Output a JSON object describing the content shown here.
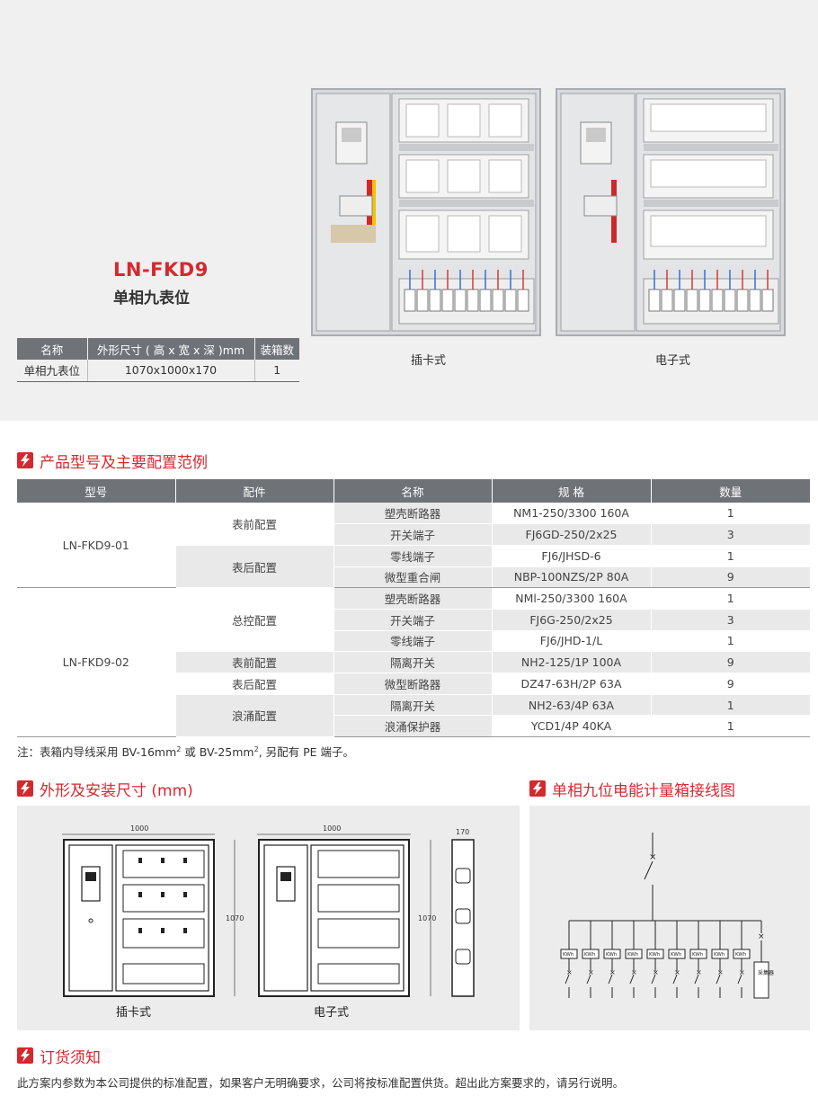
{
  "hero": {
    "model": "LN-FKD9",
    "name": "单相九表位",
    "spec_table": {
      "headers": [
        "名称",
        "外形尺寸 ( 高 x 宽 x 深 )mm",
        "装箱数"
      ],
      "row": [
        "单相九表位",
        "1070x1000x170",
        "1"
      ]
    },
    "captions": [
      "插卡式",
      "电子式"
    ]
  },
  "section1": {
    "title": "产品型号及主要配置范例"
  },
  "config_table": {
    "headers": [
      "型号",
      "配件",
      "名称",
      "规 格",
      "数量"
    ],
    "groups": [
      {
        "model": "LN-FKD9-01",
        "parts": [
          {
            "part": "表前配置",
            "items": [
              {
                "name": "塑壳断路器",
                "spec": "NM1-250/3300 160A",
                "qty": "1"
              },
              {
                "name": "开关端子",
                "spec": "FJ6GD-250/2x25",
                "qty": "3"
              }
            ]
          },
          {
            "part": "表后配置",
            "items": [
              {
                "name": "零线端子",
                "spec": "FJ6/JHSD-6",
                "qty": "1"
              },
              {
                "name": "微型重合闸",
                "spec": "NBP-100NZS/2P 80A",
                "qty": "9"
              }
            ]
          }
        ]
      },
      {
        "model": "LN-FKD9-02",
        "parts": [
          {
            "part": "总控配置",
            "items": [
              {
                "name": "塑壳断路器",
                "spec": "NMl-250/3300 160A",
                "qty": "1"
              },
              {
                "name": "开关端子",
                "spec": "FJ6G-250/2x25",
                "qty": "3"
              },
              {
                "name": "零线端子",
                "spec": "FJ6/JHD-1/L",
                "qty": "1"
              }
            ]
          },
          {
            "part": "表前配置",
            "items": [
              {
                "name": "隔离开关",
                "spec": "NH2-125/1P 100A",
                "qty": "9"
              }
            ]
          },
          {
            "part": "表后配置",
            "items": [
              {
                "name": "微型断路器",
                "spec": "DZ47-63H/2P 63A",
                "qty": "9"
              }
            ]
          },
          {
            "part": "浪涌配置",
            "items": [
              {
                "name": "隔离开关",
                "spec": "NH2-63/4P 63A",
                "qty": "1"
              },
              {
                "name": "浪涌保护器",
                "spec": "YCD1/4P 40KA",
                "qty": "1"
              }
            ]
          }
        ]
      }
    ]
  },
  "note": {
    "prefix": "注：表箱内导线采用 BV-16mm",
    "sup1": "2",
    "mid": " 或 BV-25mm",
    "sup2": "2",
    "suffix": ", 另配有 PE 端子。"
  },
  "section2": {
    "title": "外形及安装尺寸 (mm)"
  },
  "section3": {
    "title": "单相九位电能计量箱接线图"
  },
  "drawing": {
    "width_label": "1000",
    "height_label": "1070",
    "depth_label": "170",
    "captions": [
      "插卡式",
      "电子式"
    ]
  },
  "wiring": {
    "meter_label": "KWh",
    "collector_label": "采集器"
  },
  "section4": {
    "title": "订货须知"
  },
  "order_text": "此方案内参数为本公司提供的标准配置，如果客户无明确要求，公司将按标准配置供货。超出此方案要求的，请另行说明。",
  "colors": {
    "accent": "#d7282f",
    "header_gray": "#6f7378",
    "row_gray": "#e9e9ea"
  }
}
